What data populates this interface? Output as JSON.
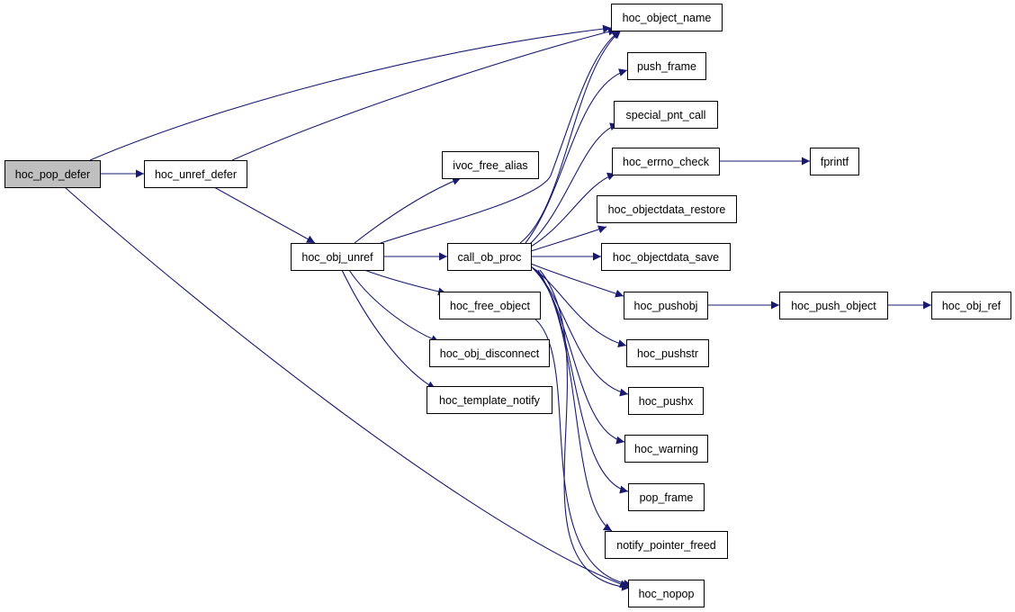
{
  "colors": {
    "edge": "#191970",
    "node_fill": "#ffffff",
    "root_fill": "#bfbfbf",
    "node_border": "#000000"
  },
  "graph": {
    "root": "hoc_pop_defer",
    "nodes": [
      {
        "id": "hoc_pop_defer",
        "label": "hoc_pop_defer"
      },
      {
        "id": "hoc_object_name",
        "label": "hoc_object_name"
      },
      {
        "id": "hoc_unref_defer",
        "label": "hoc_unref_defer"
      },
      {
        "id": "hoc_obj_unref",
        "label": "hoc_obj_unref"
      },
      {
        "id": "ivoc_free_alias",
        "label": "ivoc_free_alias"
      },
      {
        "id": "call_ob_proc",
        "label": "call_ob_proc"
      },
      {
        "id": "hoc_free_object",
        "label": "hoc_free_object"
      },
      {
        "id": "hoc_obj_disconnect",
        "label": "hoc_obj_disconnect"
      },
      {
        "id": "hoc_template_notify",
        "label": "hoc_template_notify"
      },
      {
        "id": "push_frame",
        "label": "push_frame"
      },
      {
        "id": "special_pnt_call",
        "label": "special_pnt_call"
      },
      {
        "id": "hoc_errno_check",
        "label": "hoc_errno_check"
      },
      {
        "id": "fprintf",
        "label": "fprintf"
      },
      {
        "id": "hoc_objectdata_restore",
        "label": "hoc_objectdata_restore"
      },
      {
        "id": "hoc_objectdata_save",
        "label": "hoc_objectdata_save"
      },
      {
        "id": "hoc_pushobj",
        "label": "hoc_pushobj"
      },
      {
        "id": "hoc_push_object",
        "label": "hoc_push_object"
      },
      {
        "id": "hoc_obj_ref",
        "label": "hoc_obj_ref"
      },
      {
        "id": "hoc_pushstr",
        "label": "hoc_pushstr"
      },
      {
        "id": "hoc_pushx",
        "label": "hoc_pushx"
      },
      {
        "id": "hoc_warning",
        "label": "hoc_warning"
      },
      {
        "id": "pop_frame",
        "label": "pop_frame"
      },
      {
        "id": "notify_pointer_freed",
        "label": "notify_pointer_freed"
      },
      {
        "id": "hoc_nopop",
        "label": "hoc_nopop"
      }
    ],
    "edges": [
      {
        "from": "hoc_pop_defer",
        "to": "hoc_object_name"
      },
      {
        "from": "hoc_pop_defer",
        "to": "hoc_unref_defer"
      },
      {
        "from": "hoc_pop_defer",
        "to": "hoc_nopop"
      },
      {
        "from": "hoc_unref_defer",
        "to": "hoc_object_name"
      },
      {
        "from": "hoc_unref_defer",
        "to": "hoc_obj_unref"
      },
      {
        "from": "hoc_obj_unref",
        "to": "ivoc_free_alias"
      },
      {
        "from": "hoc_obj_unref",
        "to": "hoc_object_name"
      },
      {
        "from": "hoc_obj_unref",
        "to": "call_ob_proc"
      },
      {
        "from": "hoc_obj_unref",
        "to": "hoc_free_object"
      },
      {
        "from": "hoc_obj_unref",
        "to": "hoc_obj_disconnect"
      },
      {
        "from": "hoc_obj_unref",
        "to": "hoc_template_notify"
      },
      {
        "from": "call_ob_proc",
        "to": "hoc_object_name"
      },
      {
        "from": "call_ob_proc",
        "to": "push_frame"
      },
      {
        "from": "call_ob_proc",
        "to": "special_pnt_call"
      },
      {
        "from": "call_ob_proc",
        "to": "hoc_errno_check"
      },
      {
        "from": "call_ob_proc",
        "to": "hoc_objectdata_restore"
      },
      {
        "from": "call_ob_proc",
        "to": "hoc_objectdata_save"
      },
      {
        "from": "call_ob_proc",
        "to": "hoc_pushobj"
      },
      {
        "from": "call_ob_proc",
        "to": "hoc_pushstr"
      },
      {
        "from": "call_ob_proc",
        "to": "hoc_pushx"
      },
      {
        "from": "call_ob_proc",
        "to": "hoc_warning"
      },
      {
        "from": "call_ob_proc",
        "to": "pop_frame"
      },
      {
        "from": "call_ob_proc",
        "to": "notify_pointer_freed"
      },
      {
        "from": "call_ob_proc",
        "to": "hoc_nopop"
      },
      {
        "from": "hoc_free_object",
        "to": "hoc_nopop"
      },
      {
        "from": "hoc_errno_check",
        "to": "fprintf"
      },
      {
        "from": "hoc_pushobj",
        "to": "hoc_push_object"
      },
      {
        "from": "hoc_push_object",
        "to": "hoc_obj_ref"
      }
    ]
  }
}
